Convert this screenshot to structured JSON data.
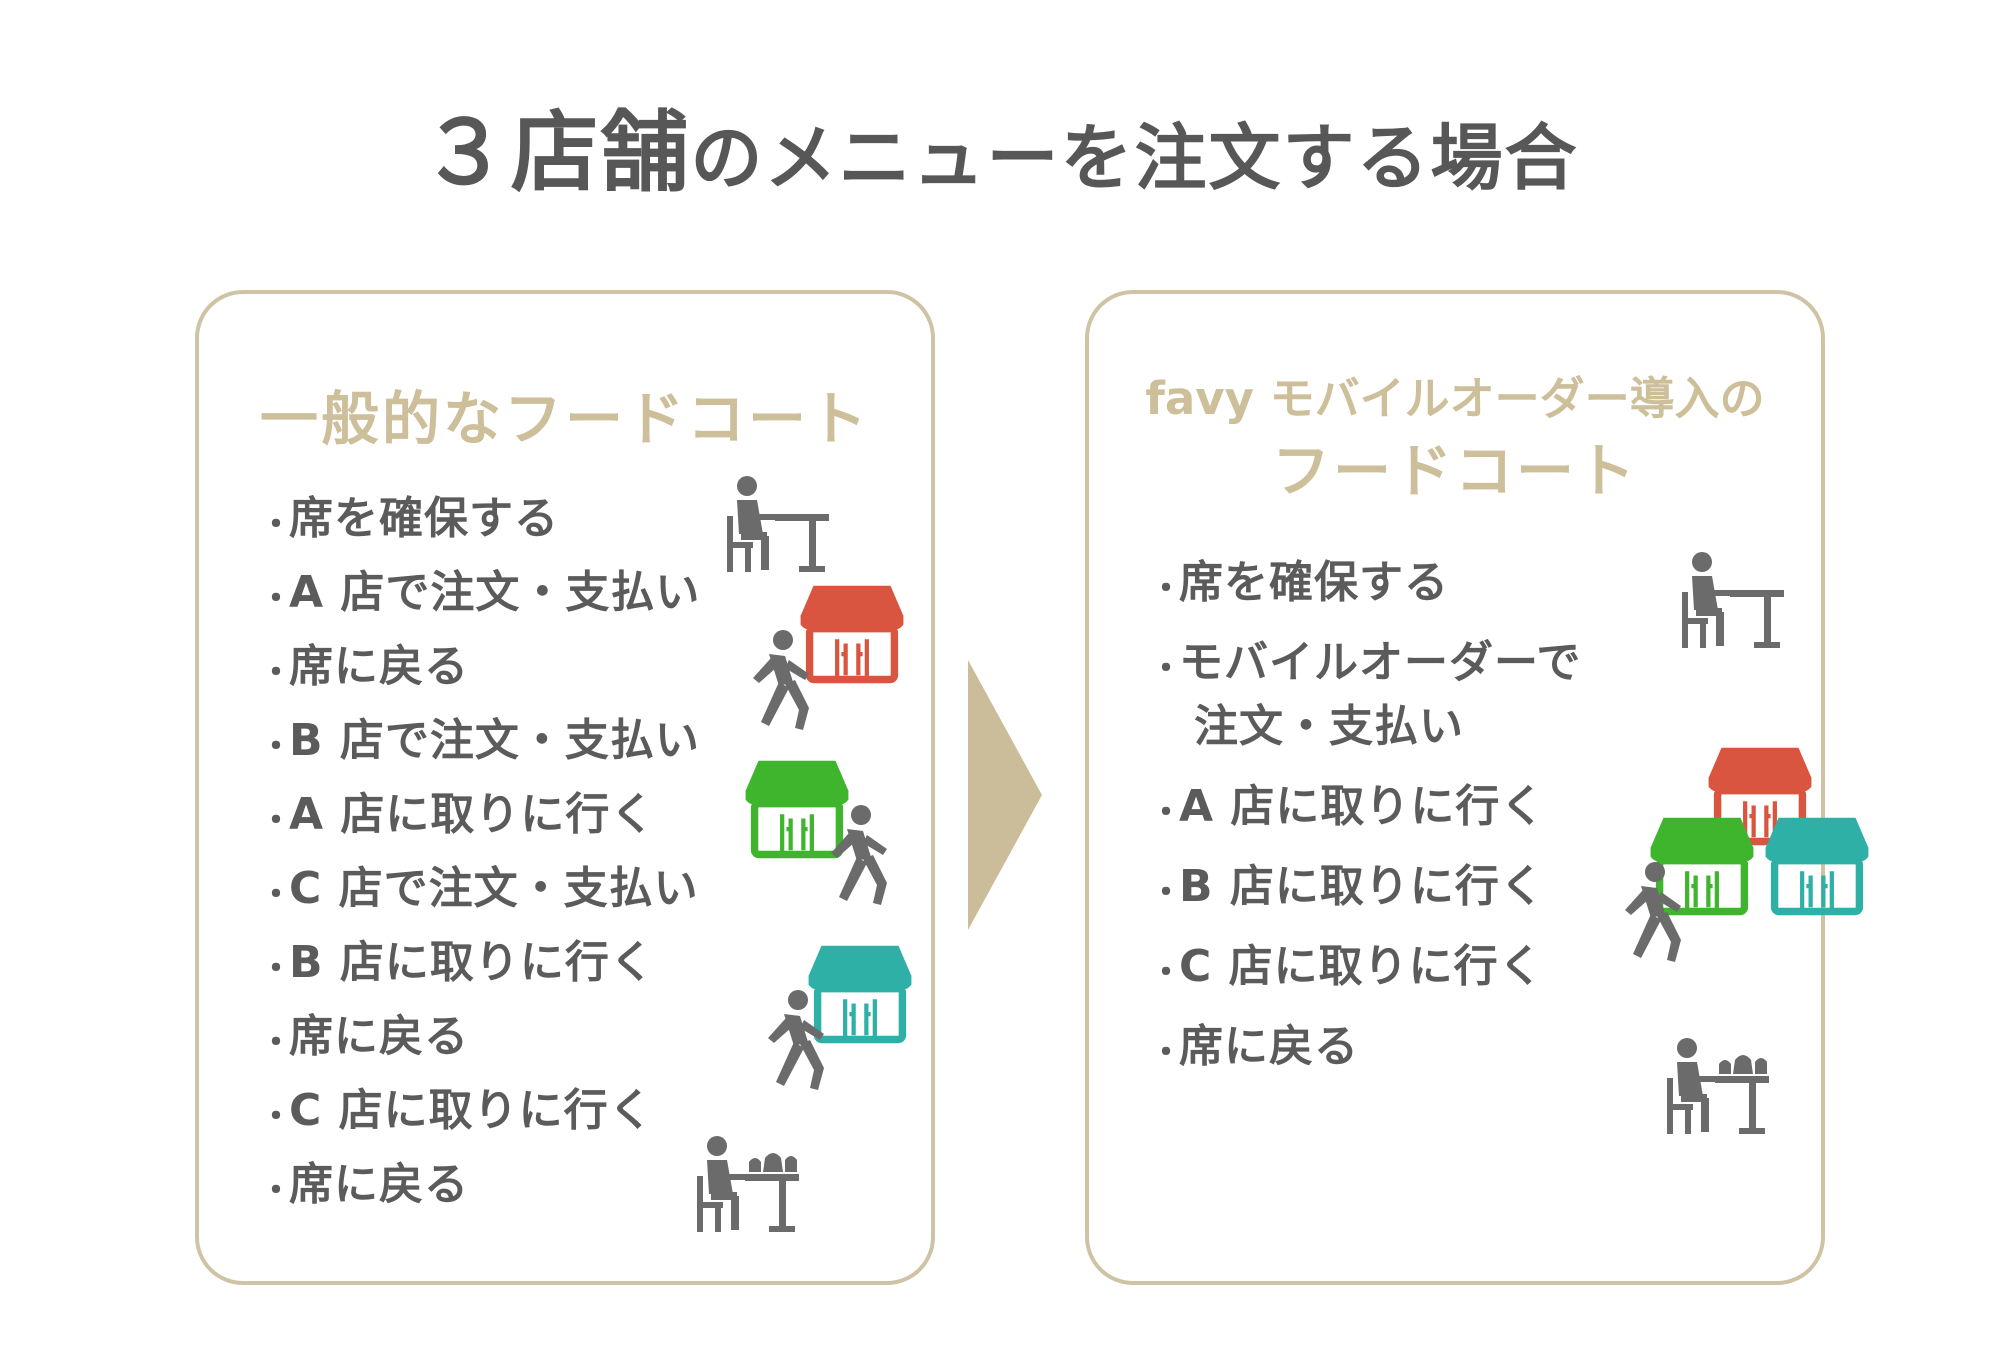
{
  "title": {
    "main_a": "３店舗",
    "main_b": "のメニューを注文する場合"
  },
  "left_panel": {
    "title": "一般的なフードコート",
    "steps": [
      "席を確保する",
      "A 店で注文・支払い",
      "席に戻る",
      "B 店で注文・支払い",
      "A 店に取りに行く",
      "C 店で注文・支払い",
      "B 店に取りに行く",
      "席に戻る",
      "C 店に取りに行く",
      "席に戻る"
    ]
  },
  "right_panel": {
    "title_line1": "favy モバイルオーダー導入の",
    "title_line2": "フードコート",
    "steps": [
      "席を確保する",
      "モバイルオーダーで",
      "注文・支払い",
      "A 店に取りに行く",
      "B 店に取りに行く",
      "C 店に取りに行く",
      "席に戻る"
    ]
  },
  "bullet": "・",
  "colors": {
    "frame": "#cfc3a5",
    "accent_text": "#cdbf9a",
    "body_text": "#5b5b5b",
    "figure": "#6b6b6b",
    "store_a": "#d9553f",
    "store_b": "#3fb52d",
    "store_c": "#2fb0a7"
  },
  "icons": [
    "person-seated-icon",
    "person-walking-icon",
    "store-a-icon",
    "store-b-icon",
    "store-c-icon",
    "person-eating-icon",
    "arrow-right-icon"
  ]
}
